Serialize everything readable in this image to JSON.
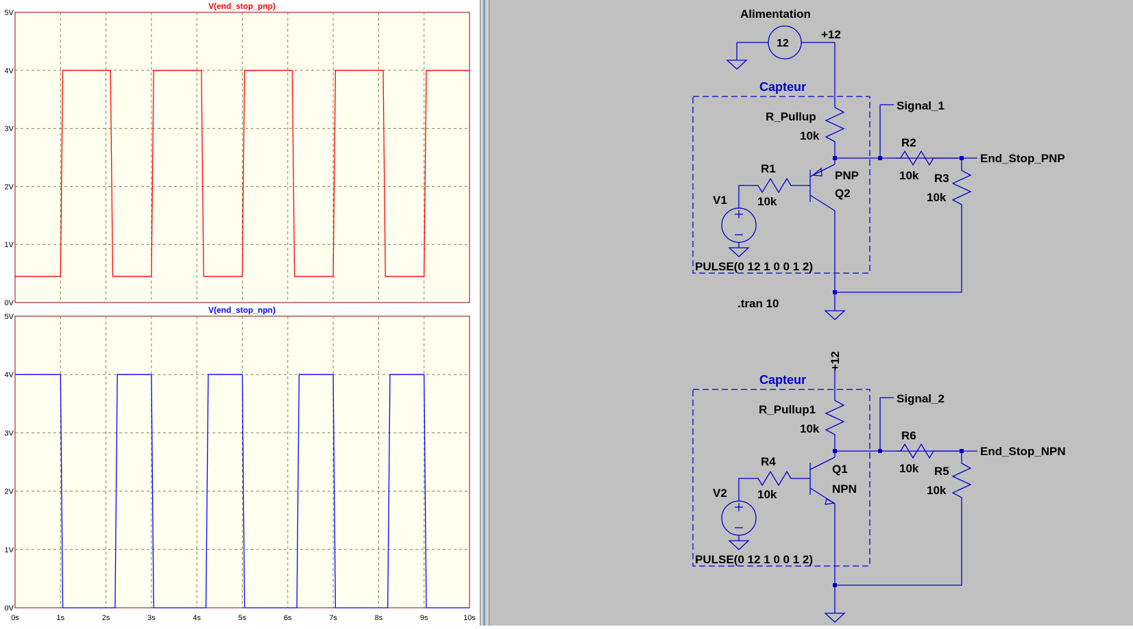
{
  "waveforms": {
    "top": {
      "trace_label": "V(end_stop_pnp)",
      "color": "#ff0000",
      "y_ticks": [
        "0V",
        "1V",
        "2V",
        "3V",
        "4V",
        "5V"
      ],
      "x_ticks": [
        "0s",
        "1s",
        "2s",
        "3s",
        "4s",
        "5s",
        "6s",
        "7s",
        "8s",
        "9s",
        "10s"
      ],
      "low_level_v": 0.45,
      "high_level_v": 4.0,
      "high_intervals_s": [
        [
          1.0,
          2.1
        ],
        [
          3.0,
          4.1
        ],
        [
          5.0,
          6.1
        ],
        [
          7.0,
          8.1
        ],
        [
          9.0,
          10.0
        ]
      ]
    },
    "bottom": {
      "trace_label": "V(end_stop_npn)",
      "color": "#0000ff",
      "y_ticks": [
        "0V",
        "1V",
        "2V",
        "3V",
        "4V",
        "5V"
      ],
      "x_ticks": [
        "0s",
        "1s",
        "2s",
        "3s",
        "4s",
        "5s",
        "6s",
        "7s",
        "8s",
        "9s",
        "10s"
      ],
      "low_level_v": 0.0,
      "high_level_v": 4.0,
      "high_intervals_s": [
        [
          0.0,
          1.0
        ],
        [
          2.2,
          3.0
        ],
        [
          4.2,
          5.0
        ],
        [
          6.2,
          7.0
        ],
        [
          8.2,
          9.0
        ]
      ]
    },
    "xlim_s": [
      0,
      10
    ],
    "ylim_v": [
      0,
      5
    ]
  },
  "schematic": {
    "supply_title": "Alimentation",
    "supply_value": "12",
    "supply_net": "+12",
    "top": {
      "box_label": "Capteur",
      "pullup_name": "R_Pullup",
      "pullup_value": "10k",
      "base_res_name": "R1",
      "base_res_value": "10k",
      "transistor_type": "PNP",
      "transistor_name": "Q2",
      "source_name": "V1",
      "pulse": "PULSE(0 12 1 0 0 1 2)",
      "signal_net": "Signal_1",
      "series_res_name": "R2",
      "series_res_value": "10k",
      "load_res_name": "R3",
      "load_res_value": "10k",
      "output_net": "End_Stop_PNP"
    },
    "directive": ".tran 10",
    "bottom": {
      "supply_net": "+12",
      "box_label": "Capteur",
      "pullup_name": "R_Pullup1",
      "pullup_value": "10k",
      "base_res_name": "R4",
      "base_res_value": "10k",
      "transistor_name": "Q1",
      "transistor_type": "NPN",
      "source_name": "V2",
      "pulse": "PULSE(0 12 1 0 0 1 2)",
      "signal_net": "Signal_2",
      "series_res_name": "R6",
      "series_res_value": "10k",
      "load_res_name": "R5",
      "load_res_value": "10k",
      "output_net": "End_Stop_NPN"
    },
    "colors": {
      "wire": "#0000cc",
      "text": "#000000",
      "box_label": "#0000cc"
    }
  }
}
